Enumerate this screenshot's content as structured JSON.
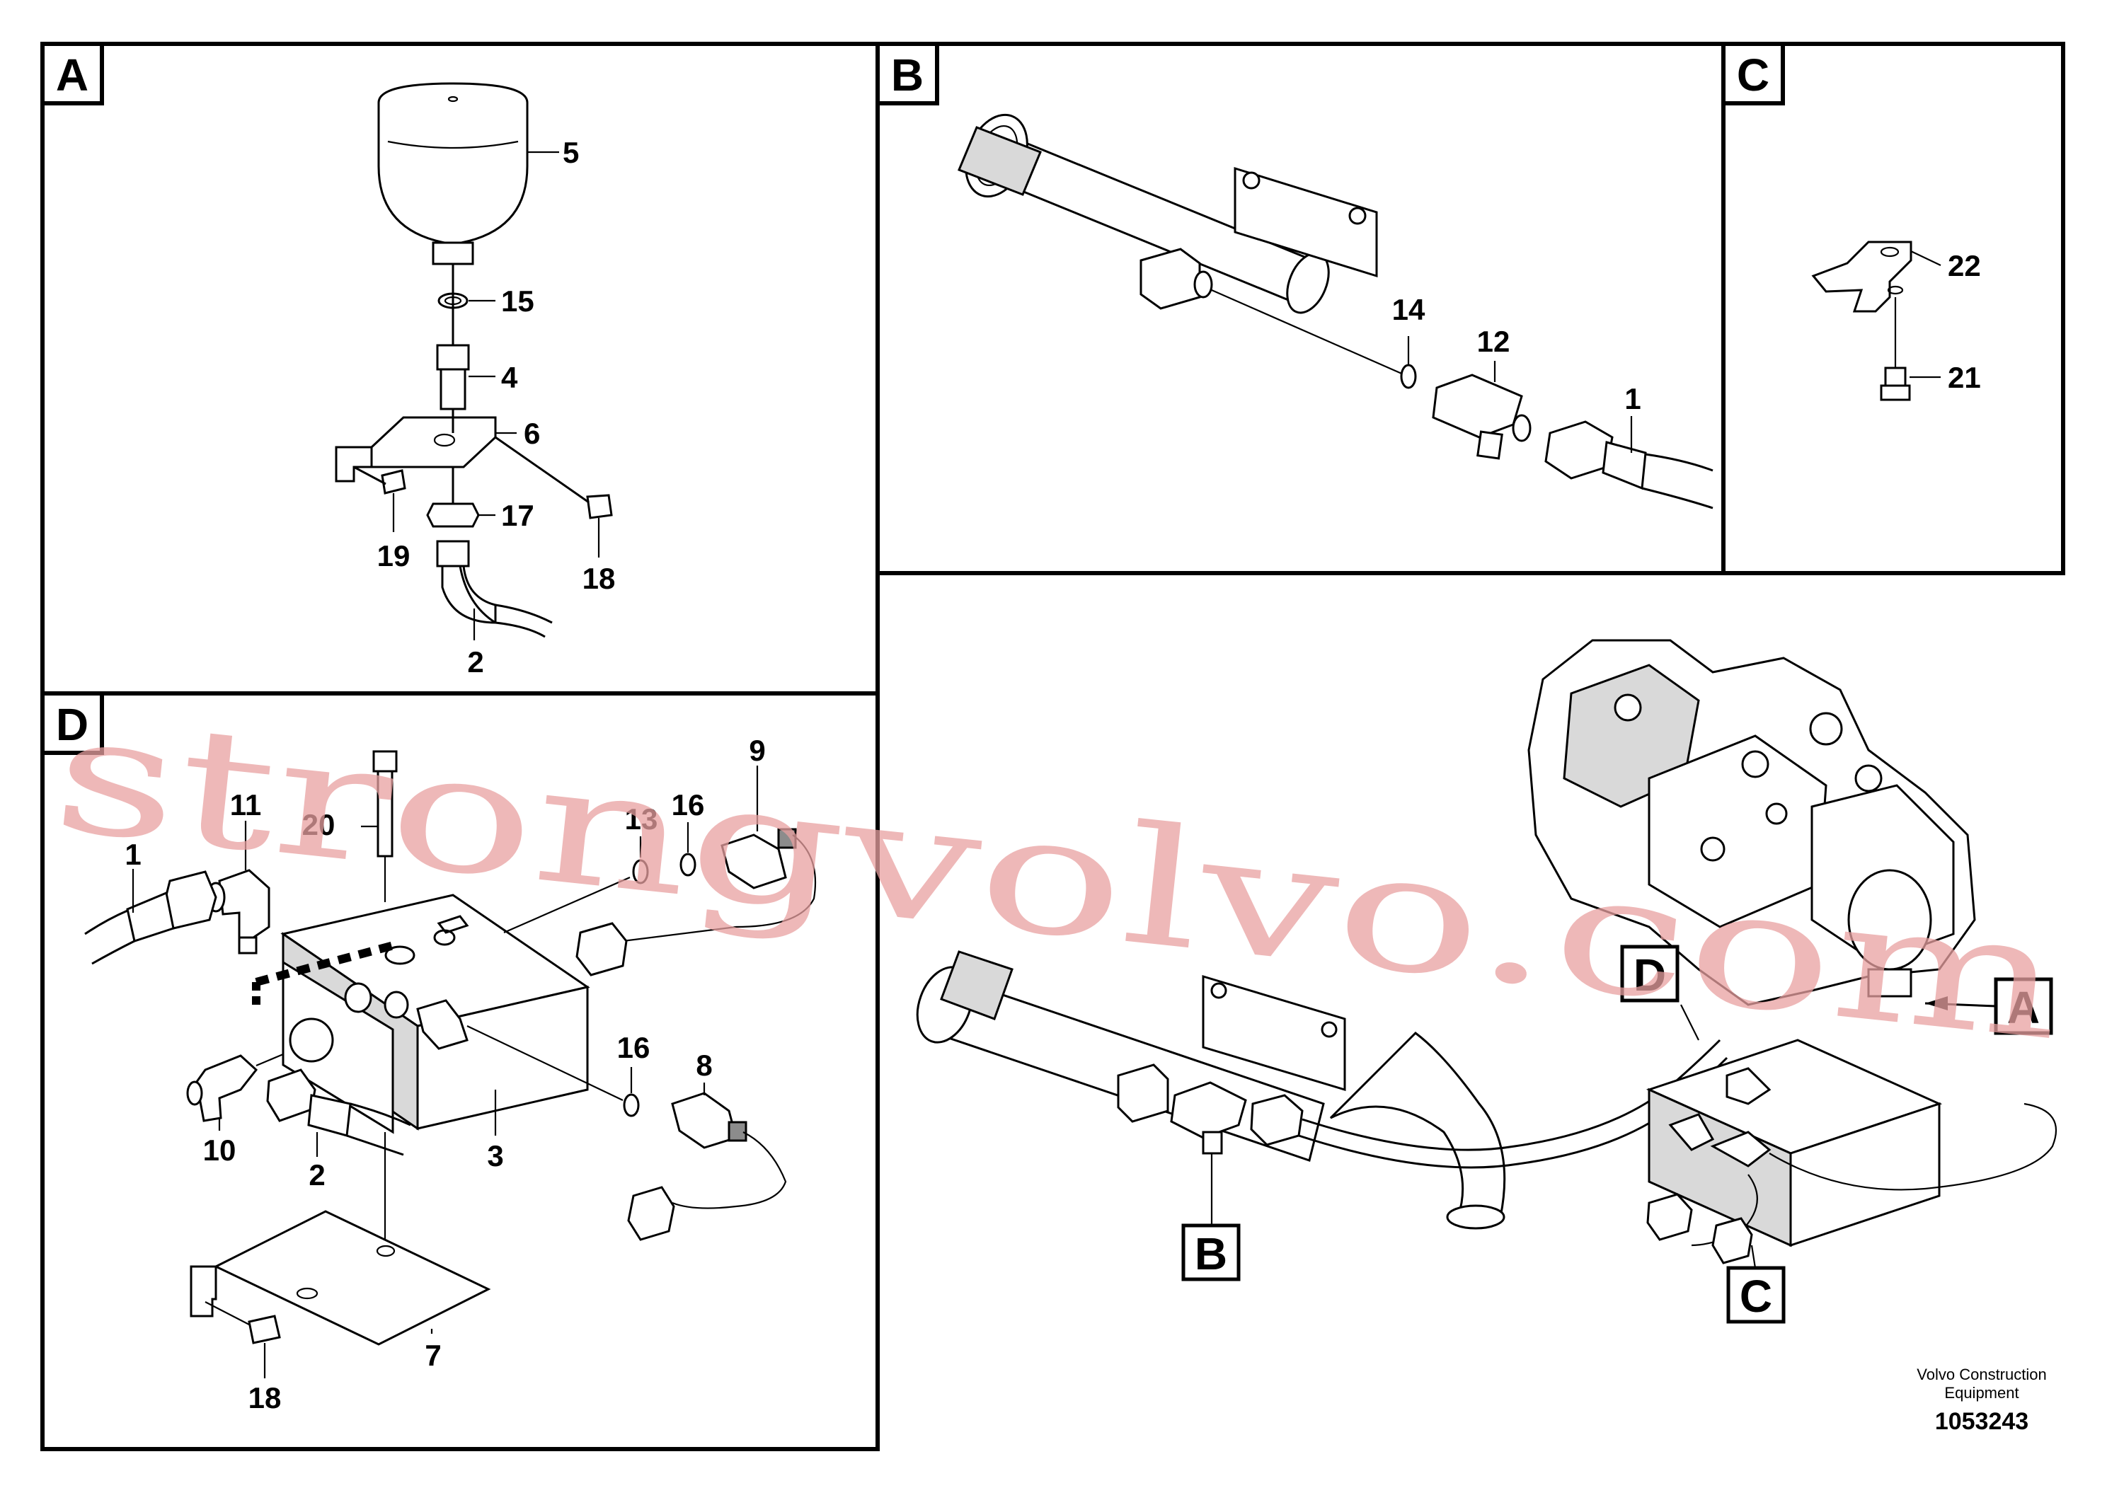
{
  "panels": [
    {
      "id": "A",
      "letter": "A"
    },
    {
      "id": "B",
      "letter": "B"
    },
    {
      "id": "C",
      "letter": "C"
    },
    {
      "id": "D",
      "letter": "D"
    }
  ],
  "labels": {
    "a_5": "5",
    "a_15": "15",
    "a_4": "4",
    "a_6": "6",
    "a_17": "17",
    "a_19": "19",
    "a_18": "18",
    "a_2": "2",
    "b_14": "14",
    "b_12": "12",
    "b_1": "1",
    "c_22": "22",
    "c_21": "21",
    "d_9": "9",
    "d_11": "11",
    "d_20": "20",
    "d_13": "13",
    "d_16a": "16",
    "d_1": "1",
    "d_16b": "16",
    "d_8": "8",
    "d_10": "10",
    "d_2": "2",
    "d_3": "3",
    "d_18": "18",
    "d_7": "7"
  },
  "callouts": {
    "D": "D",
    "A": "A",
    "B": "B",
    "C": "C"
  },
  "watermark": "strongvolvo.com",
  "footer": {
    "line1": "Volvo Construction",
    "line2": "Equipment",
    "doc_number": "1053243"
  }
}
